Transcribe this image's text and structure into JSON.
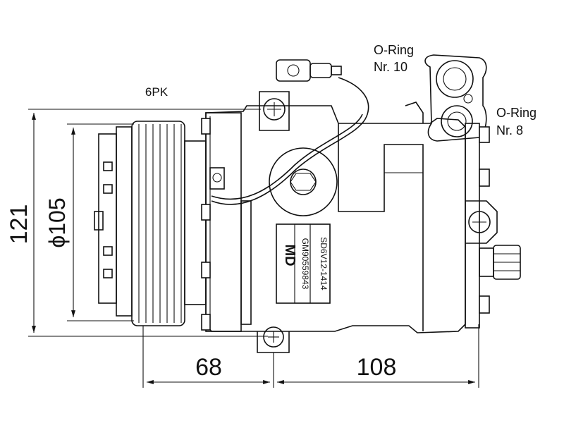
{
  "labels": {
    "belt": "6PK",
    "oring_left_line1": "O-Ring",
    "oring_left_line2": "Nr. 10",
    "oring_right_line1": "O-Ring",
    "oring_right_line2": "Nr. 8"
  },
  "dimensions": {
    "height": "121",
    "pulley_diameter": "ϕ105",
    "depth_front": "68",
    "depth_rear": "108"
  },
  "nameplate": {
    "line1": "SD6V12-1414",
    "line2": "GM90559843",
    "brand": "MD"
  },
  "colors": {
    "line": "#111111",
    "background": "#ffffff"
  }
}
